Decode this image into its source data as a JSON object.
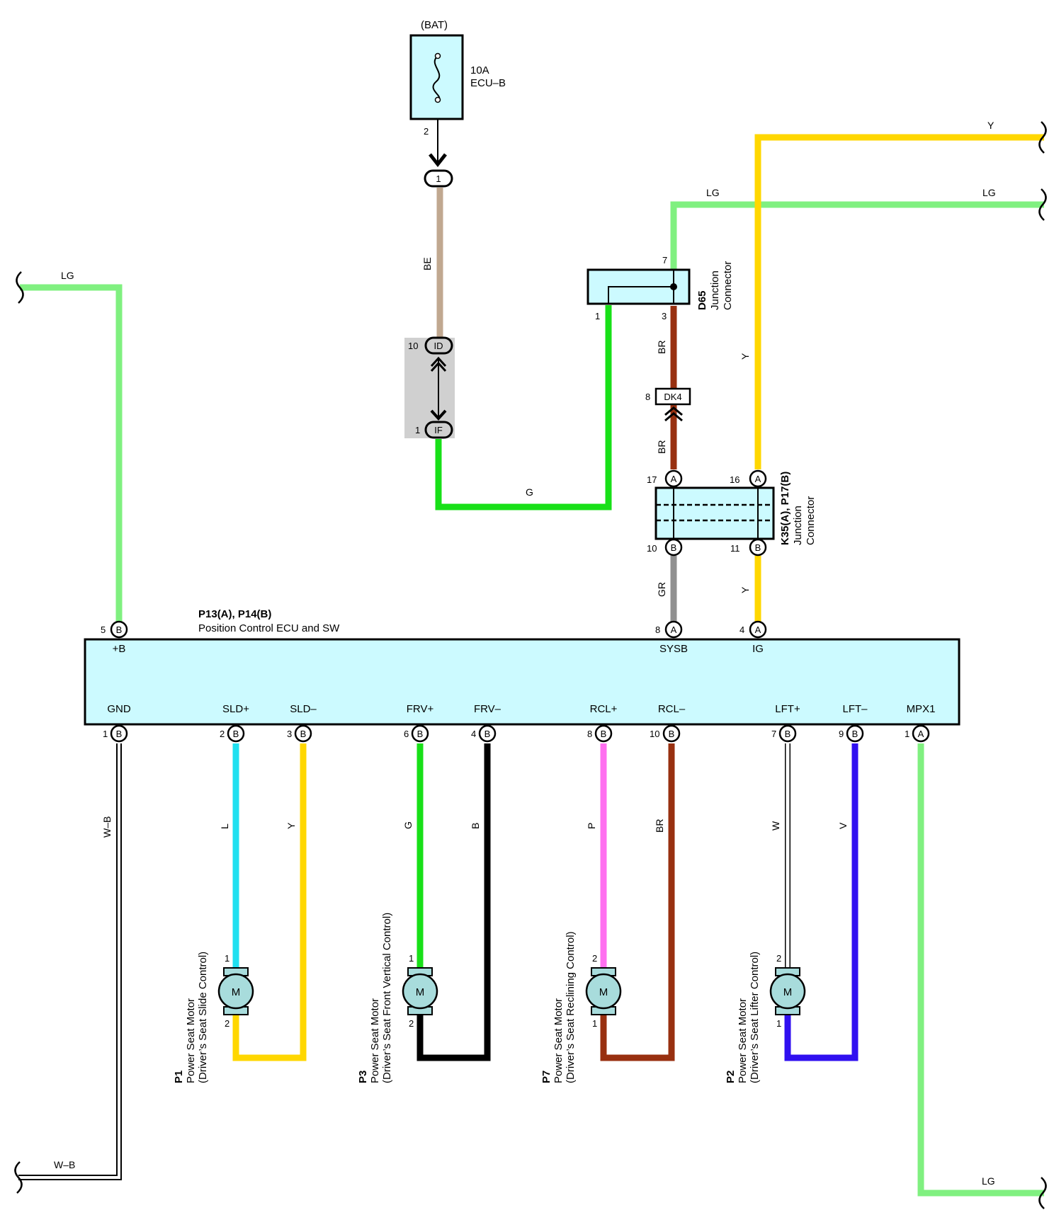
{
  "fuse": {
    "source": "(BAT)",
    "rating": "10A",
    "name": "ECU–B",
    "pin": "2"
  },
  "connectors": {
    "c1_pin": "1",
    "id_pin": "10",
    "id_label": "ID",
    "if_pin": "1",
    "if_label": "IF",
    "dk4_pin": "8",
    "dk4_label": "DK4"
  },
  "d65": {
    "id": "D65",
    "line1": "Junction",
    "line2": "Connector",
    "pin7": "7",
    "pin1": "1",
    "pin3": "3"
  },
  "k35": {
    "id": "K35(A), P17(B)",
    "line1": "Junction",
    "line2": "Connector",
    "pin17": "17",
    "pin16": "16",
    "pin10": "10",
    "pin11": "11",
    "letter_a": "A",
    "letter_b": "B"
  },
  "ecu": {
    "id": "P13(A), P14(B)",
    "name": "Position Control ECU and SW",
    "top_pins": [
      {
        "num": "5",
        "conn": "B",
        "label": "+B"
      },
      {
        "num": "8",
        "conn": "A",
        "label": "SYSB"
      },
      {
        "num": "4",
        "conn": "A",
        "label": "IG"
      }
    ],
    "bottom_pins": [
      {
        "num": "1",
        "conn": "B",
        "label": "GND"
      },
      {
        "num": "2",
        "conn": "B",
        "label": "SLD+"
      },
      {
        "num": "3",
        "conn": "B",
        "label": "SLD–"
      },
      {
        "num": "6",
        "conn": "B",
        "label": "FRV+"
      },
      {
        "num": "4",
        "conn": "B",
        "label": "FRV–"
      },
      {
        "num": "8",
        "conn": "B",
        "label": "RCL+"
      },
      {
        "num": "10",
        "conn": "B",
        "label": "RCL–"
      },
      {
        "num": "7",
        "conn": "B",
        "label": "LFT+"
      },
      {
        "num": "9",
        "conn": "B",
        "label": "LFT–"
      },
      {
        "num": "1",
        "conn": "A",
        "label": "MPX1"
      }
    ]
  },
  "wires": {
    "be": "BE",
    "g_top": "G",
    "br1": "BR",
    "br2": "BR",
    "gr": "GR",
    "y_mid": "Y",
    "y_low": "Y",
    "y_top_right": "Y",
    "lg_top_mid": "LG",
    "lg_top_right": "LG",
    "lg_left": "LG",
    "lg_bottom_right": "LG",
    "wb_vertical": "W–B",
    "wb_bottom": "W–B",
    "l": "L",
    "y_sld": "Y",
    "g_frv": "G",
    "b_frv": "B",
    "p_rcl": "P",
    "br_rcl": "BR",
    "w_lft": "W",
    "v_lft": "V"
  },
  "motors": [
    {
      "id": "P1",
      "line1": "Power Seat Motor",
      "line2": "(Driver’s Seat Slide Control)",
      "top_pin": "1",
      "bottom_pin": "2",
      "symbol": "M"
    },
    {
      "id": "P3",
      "line1": "Power Seat Motor",
      "line2": "(Driver’s Seat Front Vertical Control)",
      "top_pin": "1",
      "bottom_pin": "2",
      "symbol": "M"
    },
    {
      "id": "P7",
      "line1": "Power Seat Motor",
      "line2": "(Driver’s Seat Reclining Control)",
      "top_pin": "2",
      "bottom_pin": "1",
      "symbol": "M"
    },
    {
      "id": "P2",
      "line1": "Power Seat Motor",
      "line2": "(Driver’s Seat Lifter Control)",
      "top_pin": "2",
      "bottom_pin": "1",
      "symbol": "M"
    }
  ],
  "colors": {
    "LG": "#80f080",
    "Y": "#ffd700",
    "G": "#18e018",
    "BE": "#c0a890",
    "BR": "#983010",
    "GR": "#909090",
    "L": "#20e0f0",
    "B": "#000000",
    "P": "#ff70f0",
    "V": "#3010f0",
    "box": "#ccfaff"
  }
}
